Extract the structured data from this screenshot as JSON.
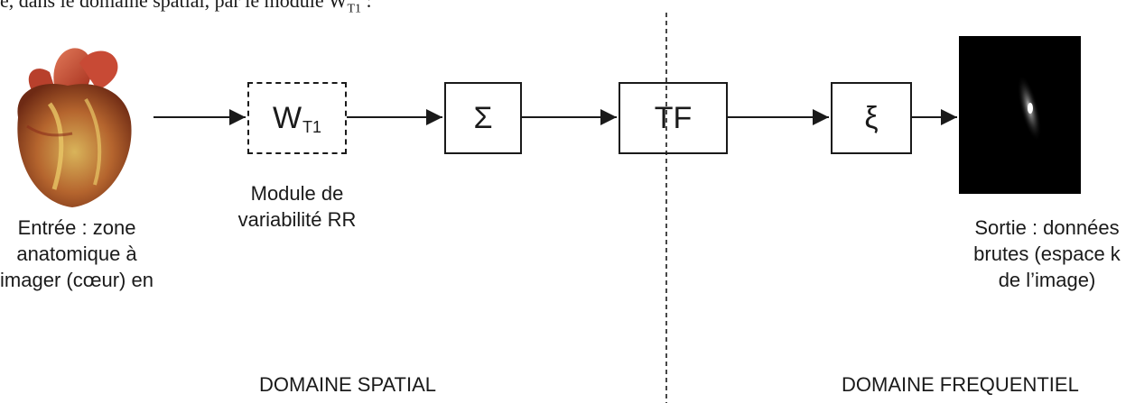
{
  "top_text": "e, dans le domaine spatial, par le module W",
  "top_text_sub": "T1",
  "input_label": [
    "Entrée : zone",
    "anatomique à",
    "imager (cœur) en"
  ],
  "module_w": {
    "main": "W",
    "sub": "T1"
  },
  "module_caption": [
    "Module de",
    "variabilité RR"
  ],
  "sum_symbol": "Σ",
  "tf_label": "TF",
  "xi_symbol": "ξ",
  "output_label": [
    "Sortie : données",
    "brutes (espace k",
    "de l’image)"
  ],
  "domain_spatial": "DOMAINE SPATIAL",
  "domain_freq": "DOMAINE FREQUENTIEL"
}
